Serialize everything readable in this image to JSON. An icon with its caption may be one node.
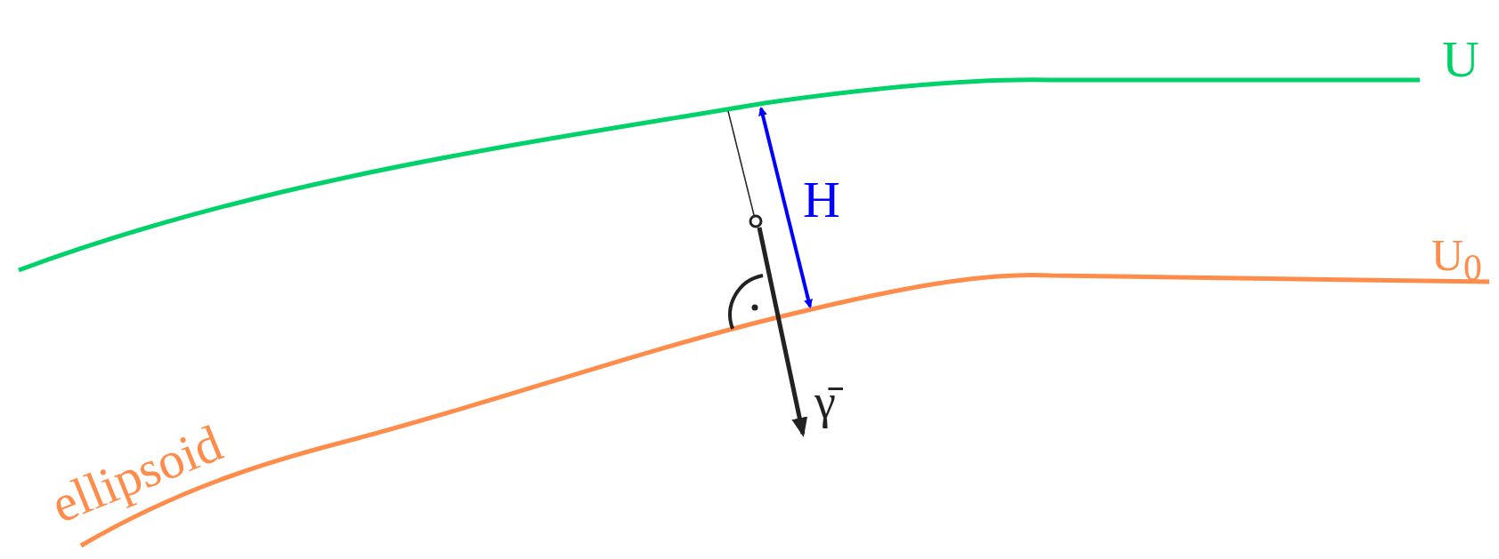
{
  "diagram": {
    "labels": [
      "U",
      "H",
      "U$_{0}$",
      "ellipsoid",
      "γ̄"
    ]
  }
}
